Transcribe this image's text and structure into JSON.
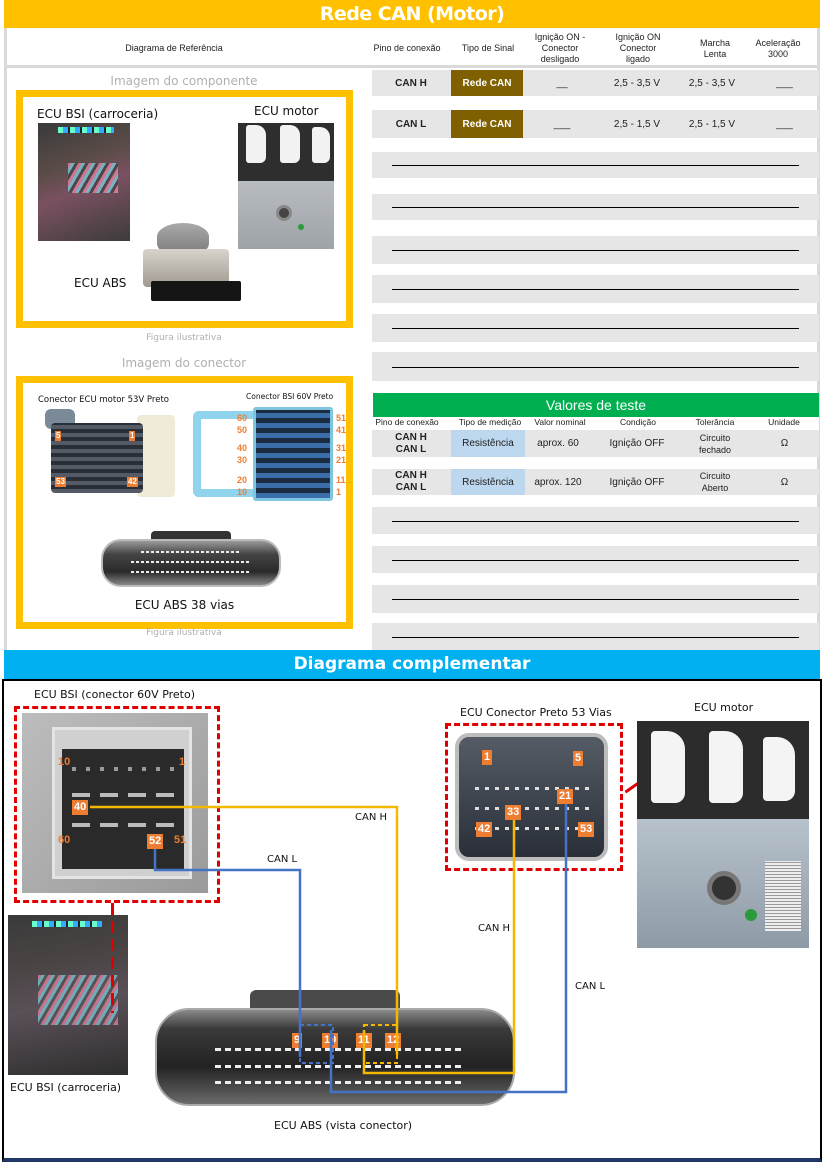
{
  "header": {
    "title": "Rede CAN (Motor)",
    "columns": {
      "reference": "Diagrama de Referência",
      "pin": "Pino de conexão",
      "signal_type": "Tipo de Sinal",
      "ign_on_disconnected": "Ignição ON - Conector desligado",
      "ign_on_connected": "Ignição ON Conector ligado",
      "idle": "Marcha Lenta",
      "accel": "Aceleração 3000"
    }
  },
  "left_panel": {
    "component_caption": "Imagem do componente",
    "component_labels": {
      "bsi": "ECU BSI (carroceria)",
      "motor": "ECU motor",
      "abs": "ECU ABS"
    },
    "figure_note_1": "Figura ilustrativa",
    "connector_caption": "Imagem do conector",
    "connector_labels": {
      "motor_53v": "Conector ECU motor 53V Preto",
      "bsi_60v": "Conector BSI 60V Preto",
      "abs_38": "ECU ABS 38 vias"
    },
    "motor_pins": [
      "5",
      "1",
      "53",
      "42"
    ],
    "bsi_pins_left": [
      "60",
      "50",
      "40",
      "30",
      "20",
      "10"
    ],
    "bsi_pins_right": [
      "51",
      "41",
      "31",
      "21",
      "11",
      "1"
    ],
    "figure_note_2": "Figura ilustrativa"
  },
  "signal_table": {
    "rows": [
      {
        "pin": "CAN H",
        "signal": "Rede CAN",
        "ign_off_conn": "__",
        "ign_on_conn": "2,5 - 3,5 V",
        "idle": "2,5 - 3,5 V",
        "accel": "___"
      },
      {
        "pin": "CAN L",
        "signal": "Rede CAN",
        "ign_off_conn": "___",
        "ign_on_conn": "2,5 - 1,5 V",
        "idle": "2,5 - 1,5 V",
        "accel": "___"
      }
    ],
    "empty_rows": 6
  },
  "test_values": {
    "title": "Valores de teste",
    "columns": {
      "pin": "Pino de conexão",
      "measure": "Tipo de medição",
      "nominal": "Valor nominal",
      "condition": "Condição",
      "tolerance": "Tolerância",
      "unit": "Unidade"
    },
    "rows": [
      {
        "pin_a": "CAN H",
        "pin_b": "CAN L",
        "measure": "Resistência",
        "nominal": "aprox. 60",
        "condition": "Ignição OFF",
        "tol_a": "Circuito",
        "tol_b": "fechado",
        "unit": "Ω"
      },
      {
        "pin_a": "CAN H",
        "pin_b": "CAN L",
        "measure": "Resistência",
        "nominal": "aprox. 120",
        "condition": "Ignição OFF",
        "tol_a": "Circuito",
        "tol_b": "Aberto",
        "unit": "Ω"
      }
    ],
    "empty_rows": 4
  },
  "diagram": {
    "title": "Diagrama complementar",
    "labels": {
      "bsi_connector": "ECU BSI (conector 60V Preto)",
      "motor_connector": "ECU Conector Preto 53 Vias",
      "motor": "ECU motor",
      "bsi_body": "ECU BSI (carroceria)",
      "abs": "ECU ABS (vista conector)"
    },
    "wires": {
      "can_h": "CAN H",
      "can_l": "CAN L"
    },
    "bsi_pins": {
      "p10": "10",
      "p1": "1",
      "p40": "40",
      "p60": "60",
      "p52": "52",
      "p51": "51"
    },
    "motor_pins": {
      "p1": "1",
      "p5": "5",
      "p21": "21",
      "p33": "33",
      "p42": "42",
      "p53": "53"
    },
    "abs_pins": {
      "p9": "9",
      "p10": "10",
      "p11": "11",
      "p12": "12"
    },
    "colors": {
      "can_h": "#f5b800",
      "can_l": "#4472c4",
      "pin_badge": "#ed7d31",
      "highlight": "#e00000"
    }
  }
}
